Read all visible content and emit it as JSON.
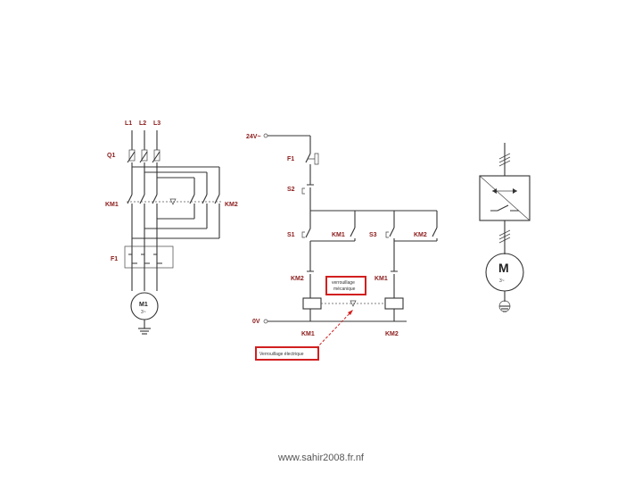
{
  "power_circuit": {
    "phases": [
      "L1",
      "L2",
      "L3"
    ],
    "q1": "Q1",
    "km1": "KM1",
    "km2": "KM2",
    "f1": "F1",
    "motor_name": "M1",
    "motor_type": "3~"
  },
  "control_circuit": {
    "supply": "24V~",
    "zero": "0V",
    "f1": "F1",
    "s2": "S2",
    "s1": "S1",
    "s3": "S3",
    "km1_aux": "KM1",
    "km2_aux": "KM2",
    "km2_interlock": "KM2",
    "km1_interlock": "KM1",
    "km1_coil": "KM1",
    "km2_coil": "KM2",
    "note_mechanical_line1": "verrouillage",
    "note_mechanical_line2": "mécanique",
    "note_electrical": "Verrouillage électrique"
  },
  "symbol": {
    "motor_letter": "M",
    "motor_type": "3~"
  },
  "footer": "www.sahir2008.fr.nf",
  "colors": {
    "accent": "#d21f1f",
    "label": "#8b1a1a",
    "line": "#333333"
  }
}
